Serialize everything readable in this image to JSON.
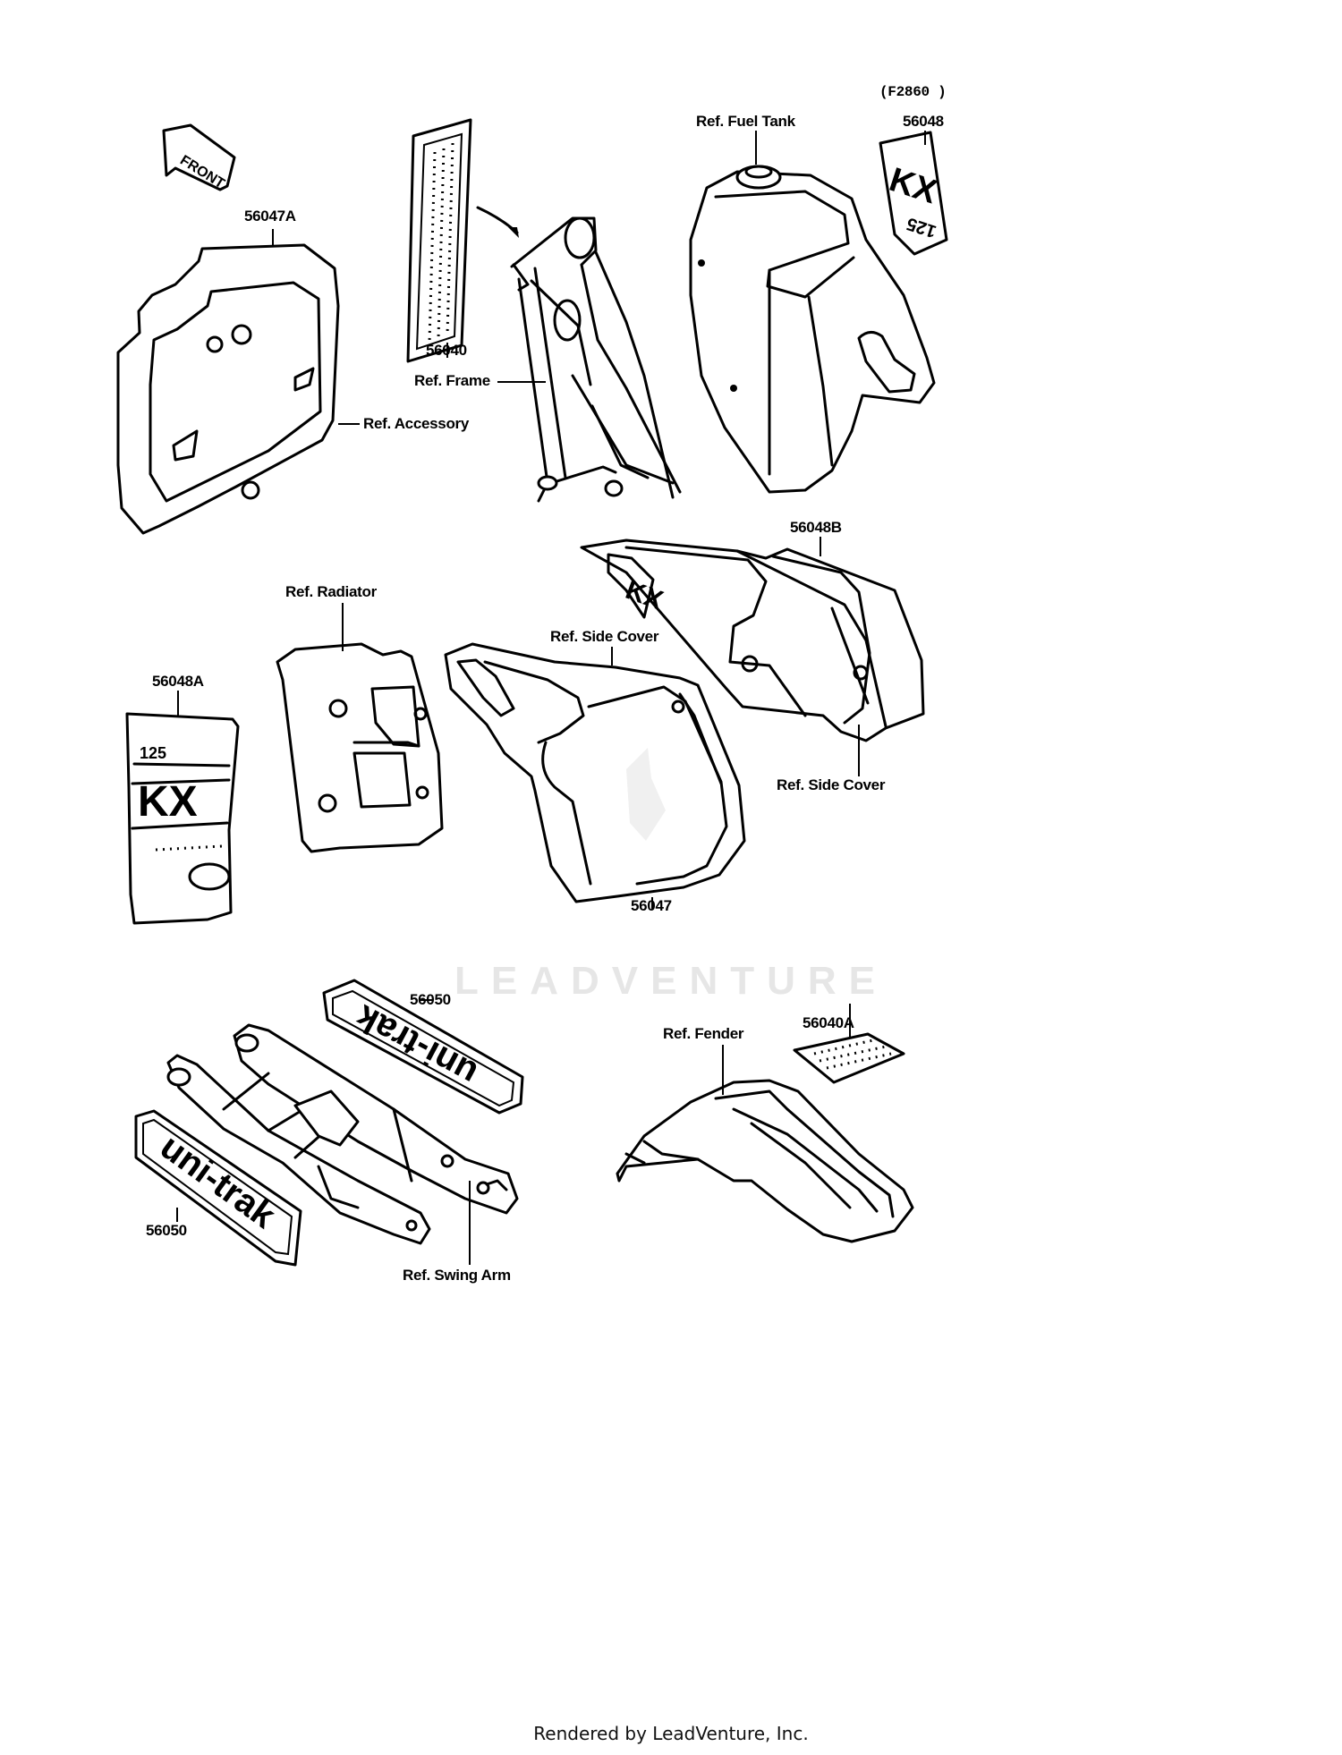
{
  "figure_code": "(F2860 )",
  "front_arrow": "FRONT",
  "watermark": "LEADVENTURE",
  "footer": "Rendered by LeadVenture, Inc.",
  "labels": {
    "p56047A": "56047A",
    "ref_accessory": "Ref. Accessory",
    "p56040": "56040",
    "ref_frame": "Ref. Frame",
    "ref_fuel_tank": "Ref. Fuel Tank",
    "p56048": "56048",
    "p56048B": "56048B",
    "ref_radiator": "Ref. Radiator",
    "ref_side_cover_1": "Ref. Side Cover",
    "p56048A": "56048A",
    "ref_side_cover_2": "Ref. Side Cover",
    "p56047": "56047",
    "p56050_a": "56050",
    "p56040A": "56040A",
    "ref_fender": "Ref. Fender",
    "p56050_b": "56050",
    "ref_swing_arm": "Ref. Swing Arm"
  },
  "decal_text": {
    "kx": "KX",
    "num_125": "125",
    "uni_trak": "uni-trak"
  },
  "icons": [
    "front-arrow-icon",
    "fuel-tank-drawing",
    "frame-drawing",
    "side-cover-drawing",
    "radiator-cover-drawing",
    "swing-arm-drawing",
    "fender-drawing",
    "number-plate-drawing"
  ]
}
